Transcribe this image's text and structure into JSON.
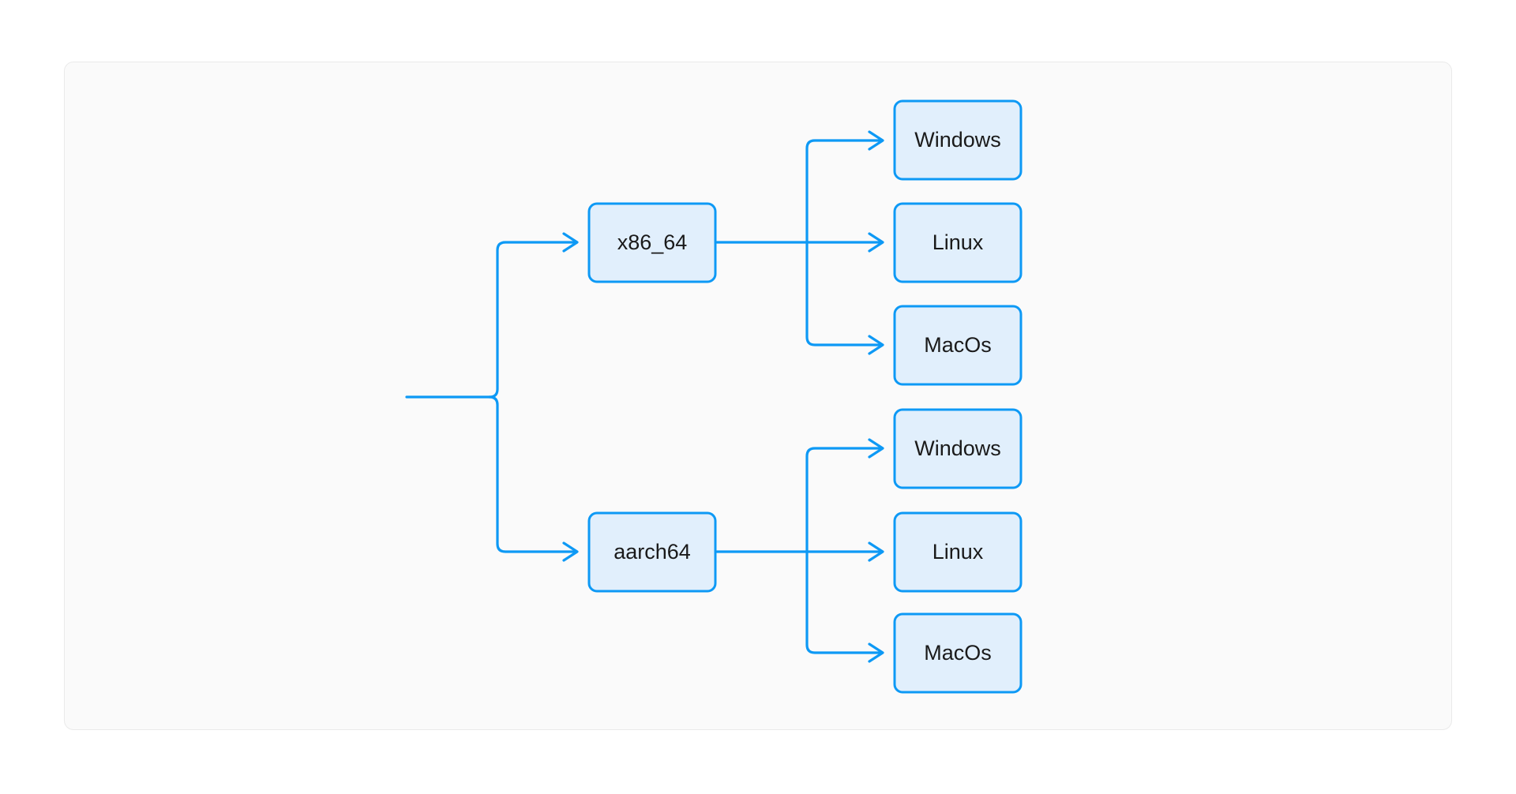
{
  "card": {
    "background": "#fafafa",
    "border_color": "#eaeaea"
  },
  "theme": {
    "node_fill": "#e1effc",
    "node_stroke": "#0d99f5",
    "edge_stroke": "#0d99f5",
    "label_color": "#1a1a1a",
    "page_background": "#ffffff"
  },
  "diagram": {
    "type": "tree",
    "orientation": "left-to-right",
    "root_label": "",
    "architectures": [
      {
        "id": "x86_64",
        "label": "x86_64",
        "targets": [
          {
            "id": "x86_64-windows",
            "label": "Windows"
          },
          {
            "id": "x86_64-linux",
            "label": "Linux"
          },
          {
            "id": "x86_64-macos",
            "label": "MacOs"
          }
        ]
      },
      {
        "id": "aarch64",
        "label": "aarch64",
        "targets": [
          {
            "id": "aarch64-windows",
            "label": "Windows"
          },
          {
            "id": "aarch64-linux",
            "label": "Linux"
          },
          {
            "id": "aarch64-macos",
            "label": "MacOs"
          }
        ]
      }
    ]
  },
  "nodes": {
    "arch_x86": "x86_64",
    "arch_aarch": "aarch64",
    "x86_windows": "Windows",
    "x86_linux": "Linux",
    "x86_macos": "MacOs",
    "aarch_windows": "Windows",
    "aarch_linux": "Linux",
    "aarch_macos": "MacOs"
  }
}
